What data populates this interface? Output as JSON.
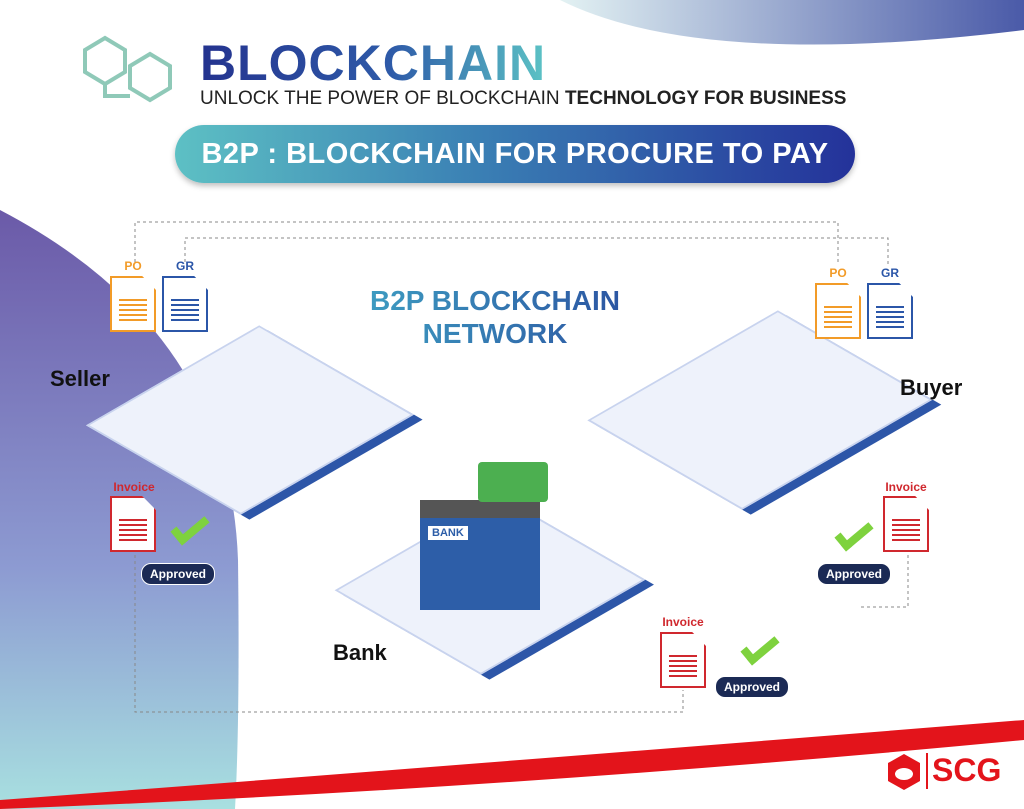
{
  "header": {
    "title": "BLOCKCHAIN",
    "subtitle_regular": "UNLOCK THE POWER OF BLOCKCHAIN ",
    "subtitle_bold": "TECHNOLOGY FOR BUSINESS",
    "banner": "B2P : BLOCKCHAIN FOR PROCURE TO PAY"
  },
  "network": {
    "line1": "B2P BLOCKCHAIN",
    "line2": "NETWORK"
  },
  "parties": {
    "seller": "Seller",
    "buyer": "Buyer",
    "bank": "Bank"
  },
  "documents": {
    "po": "PO",
    "gr": "GR",
    "invoice": "Invoice",
    "approved": "Approved",
    "bank_sign": "BANK"
  },
  "logo": {
    "text": "SCG"
  },
  "colors": {
    "navy": "#24338f",
    "teal": "#5dc0c4",
    "po": "#f29b28",
    "gr": "#2b56a8",
    "invoice": "#d0282e",
    "approved": "#1b2a55",
    "check": "#7ed23e",
    "scg": "#e3141b"
  }
}
